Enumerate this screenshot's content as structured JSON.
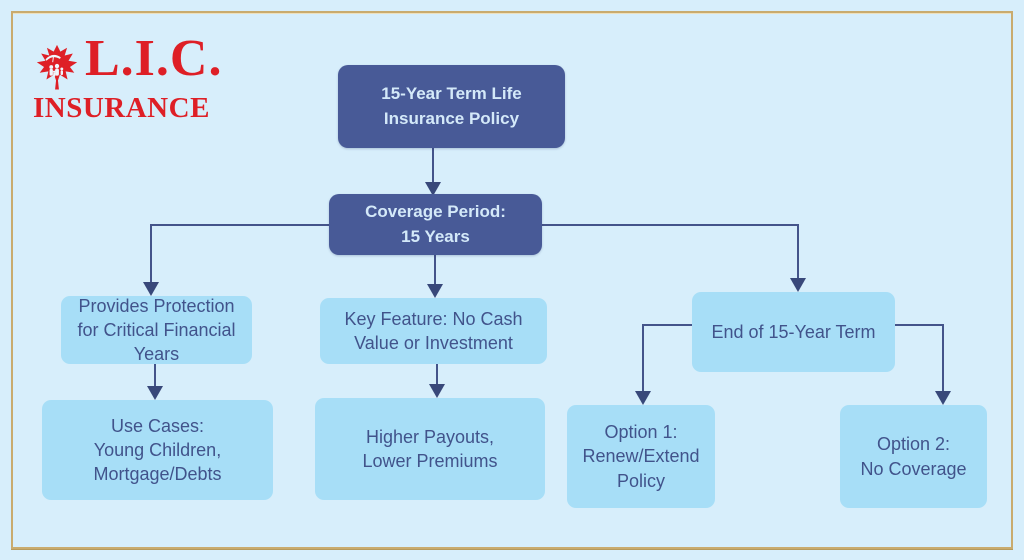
{
  "logo": {
    "title": "L.I.C.",
    "subtitle": "INSURANCE",
    "icon": "maple-leaf-family-icon",
    "color": "#de1f26"
  },
  "colors": {
    "background": "#d7eefb",
    "frame_gold": "#c9ab6e",
    "node_dark": "#485a97",
    "node_dark_text": "#d4e9f9",
    "node_light": "#a7def7",
    "node_light_text": "#41538b",
    "connector": "#44548a"
  },
  "flowchart": {
    "nodes": [
      {
        "id": "policy",
        "style": "dark",
        "label": "15-Year Term Life\nInsurance Policy"
      },
      {
        "id": "coverage",
        "style": "dark",
        "label": "Coverage Period:\n15 Years"
      },
      {
        "id": "protection",
        "style": "light",
        "label": "Provides Protection\nfor Critical Financial\nYears"
      },
      {
        "id": "key-feature",
        "style": "light",
        "label": "Key Feature: No Cash\nValue or Investment"
      },
      {
        "id": "end-term",
        "style": "light",
        "label": "End of 15-Year Term"
      },
      {
        "id": "use-cases",
        "style": "light",
        "label": "Use Cases:\nYoung Children,\nMortgage/Debts"
      },
      {
        "id": "payouts",
        "style": "light",
        "label": "Higher Payouts,\nLower Premiums"
      },
      {
        "id": "option1",
        "style": "light",
        "label": "Option 1:\nRenew/Extend\nPolicy"
      },
      {
        "id": "option2",
        "style": "light",
        "label": "Option 2:\nNo Coverage"
      }
    ],
    "edges": [
      {
        "from": "policy",
        "to": "coverage"
      },
      {
        "from": "coverage",
        "to": "protection"
      },
      {
        "from": "coverage",
        "to": "key-feature"
      },
      {
        "from": "coverage",
        "to": "end-term"
      },
      {
        "from": "protection",
        "to": "use-cases"
      },
      {
        "from": "key-feature",
        "to": "payouts"
      },
      {
        "from": "end-term",
        "to": "option1"
      },
      {
        "from": "end-term",
        "to": "option2"
      }
    ]
  }
}
